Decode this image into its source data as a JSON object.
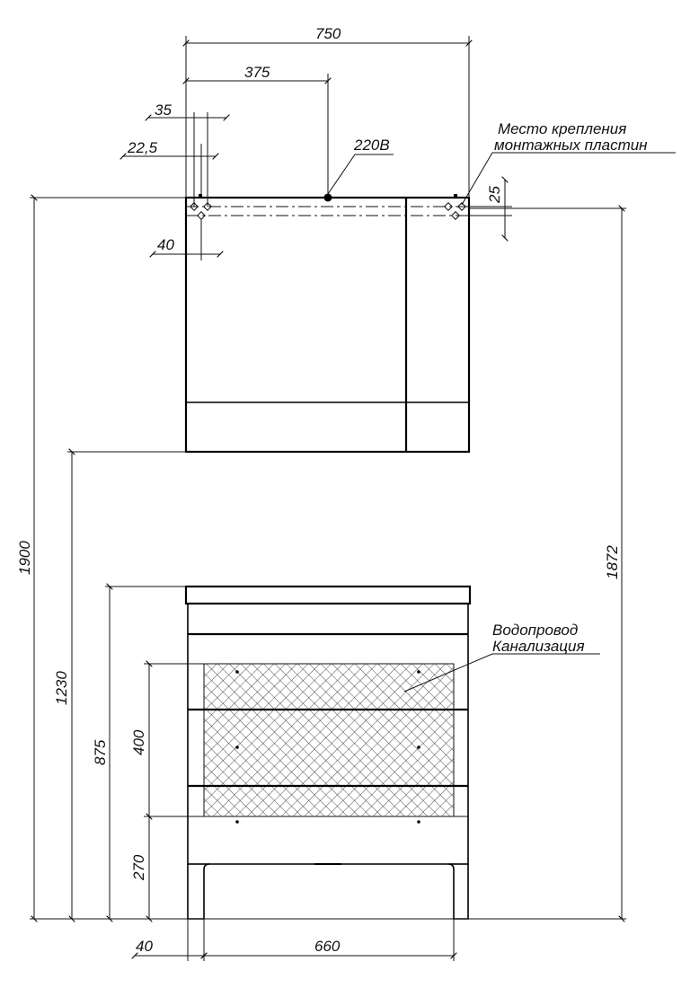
{
  "dimensions": {
    "total_width": "750",
    "half_width": "375",
    "offset_35": "35",
    "offset_22_5": "22,5",
    "offset_40_top": "40",
    "offset_25": "25",
    "height_1900": "1900",
    "height_1230": "1230",
    "height_875": "875",
    "height_400": "400",
    "height_270": "270",
    "height_1872": "1872",
    "base_40": "40",
    "base_660": "660"
  },
  "labels": {
    "power": "220В",
    "mount_line1": "Место крепления",
    "mount_line2": "монтажных пластин",
    "plumbing_line1": "Водопровод",
    "plumbing_line2": "Канализация"
  }
}
